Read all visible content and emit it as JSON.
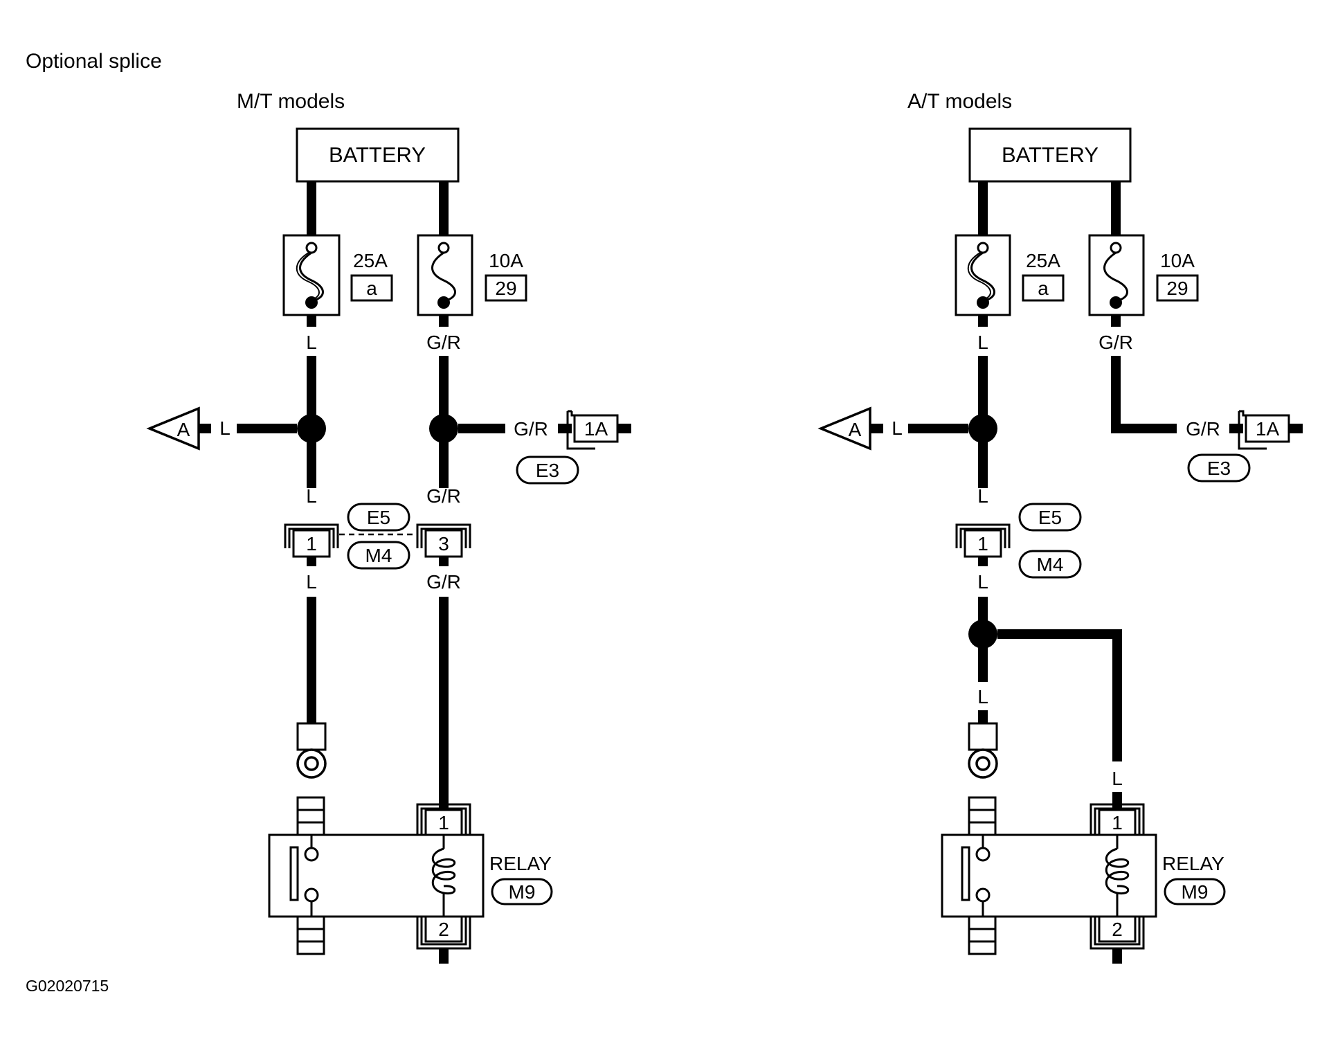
{
  "header": {
    "title": "Optional splice"
  },
  "footer": {
    "code": "G02020715"
  },
  "panels": [
    {
      "title": "M/T models",
      "battery_label": "BATTERY",
      "fuse_left": {
        "rating": "25A",
        "id": "a"
      },
      "fuse_right": {
        "rating": "10A",
        "id": "29"
      },
      "wire_labels": {
        "left_after_fuse": "L",
        "right_after_fuse": "G/R",
        "arrow_wire": "L",
        "branch_right": "G/R",
        "left_before_connector": "L",
        "right_before_connector": "G/R",
        "left_after_connector": "L",
        "right_after_connector": "G/R"
      },
      "arrow_label": "A",
      "connector_1a": "1A",
      "badge_e3": "E3",
      "badge_e5": "E5",
      "badge_m4": "M4",
      "terminal_left": "1",
      "terminal_right": "3",
      "relay": {
        "label": "RELAY",
        "id": "M9",
        "pin_top": "1",
        "pin_bottom": "2"
      }
    },
    {
      "title": "A/T models",
      "battery_label": "BATTERY",
      "fuse_left": {
        "rating": "25A",
        "id": "a"
      },
      "fuse_right": {
        "rating": "10A",
        "id": "29"
      },
      "wire_labels": {
        "left_after_fuse": "L",
        "right_after_fuse": "G/R",
        "arrow_wire": "L",
        "branch_right": "G/R",
        "left_before_connector": "L",
        "left_after_connector": "L",
        "lower_left": "L",
        "relay_feed": "L"
      },
      "arrow_label": "A",
      "connector_1a": "1A",
      "badge_e3": "E3",
      "badge_e5": "E5",
      "badge_m4": "M4",
      "terminal_left": "1",
      "relay": {
        "label": "RELAY",
        "id": "M9",
        "pin_top": "1",
        "pin_bottom": "2"
      }
    }
  ],
  "icons": {
    "battery": "battery-box",
    "fuse": "fuse-icon",
    "splice": "splice-dot-icon",
    "ground": "ground-icon",
    "relay": "relay-icon",
    "arrow": "off-page-arrow-icon"
  }
}
